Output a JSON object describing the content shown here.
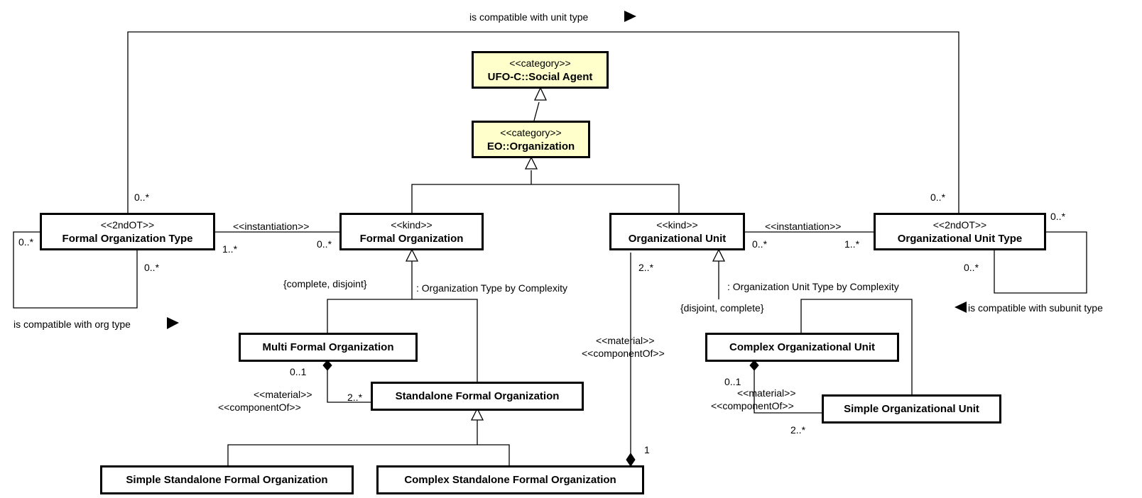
{
  "classes": {
    "social_agent": {
      "stereotype": "<<category>>",
      "name": "UFO-C::Social Agent"
    },
    "eo_organization": {
      "stereotype": "<<category>>",
      "name": "EO::Organization"
    },
    "formal_org_type": {
      "stereotype": "<<2ndOT>>",
      "name": "Formal Organization Type"
    },
    "formal_org": {
      "stereotype": "<<kind>>",
      "name": "Formal Organization"
    },
    "org_unit": {
      "stereotype": "<<kind>>",
      "name": "Organizational Unit"
    },
    "org_unit_type": {
      "stereotype": "<<2ndOT>>",
      "name": "Organizational Unit Type"
    },
    "multi_formal_org": {
      "name": "Multi Formal Organization"
    },
    "standalone_formal_org": {
      "name": "Standalone Formal Organization"
    },
    "simple_standalone": {
      "name": "Simple Standalone Formal Organization"
    },
    "complex_standalone": {
      "name": "Complex Standalone Formal Organization"
    },
    "complex_org_unit": {
      "name": "Complex Organizational Unit"
    },
    "simple_org_unit": {
      "name": "Simple Organizational Unit"
    }
  },
  "labels": {
    "compat_unit_type": "is compatible with unit type",
    "compat_org_type": "is compatible with org type",
    "compat_subunit_type": "is compatible with subunit type",
    "instantiation_left": "<<instantiation>>",
    "instantiation_right": "<<instantiation>>",
    "gs_formal_constraint": "{complete, disjoint}",
    "gs_formal_name": ": Organization Type by Complexity",
    "gs_unit_constraint": "{disjoint, complete}",
    "gs_unit_name": ": Organization Unit Type by Complexity",
    "material_1": "<<material>>",
    "component_1": "<<componentOf>>",
    "material_2": "<<material>>",
    "component_2": "<<componentOf>>",
    "material_3": "<<material>>",
    "component_3": "<<componentOf>>"
  },
  "multiplicities": {
    "fot_top": "0..*",
    "fot_self_left": "0..*",
    "fot_self_bottom": "0..*",
    "fot_inst": "1..*",
    "fo_inst": "0..*",
    "out_top": "0..*",
    "out_self_right": "0..*",
    "out_self_bottom": "0..*",
    "out_inst": "1..*",
    "ou_inst": "0..*",
    "ou_comp": "2..*",
    "csfo_comp": "1",
    "mfo_comp": "0..1",
    "sfo_comp": "2..*",
    "cou_comp": "0..1",
    "sou_comp": "2..*"
  }
}
